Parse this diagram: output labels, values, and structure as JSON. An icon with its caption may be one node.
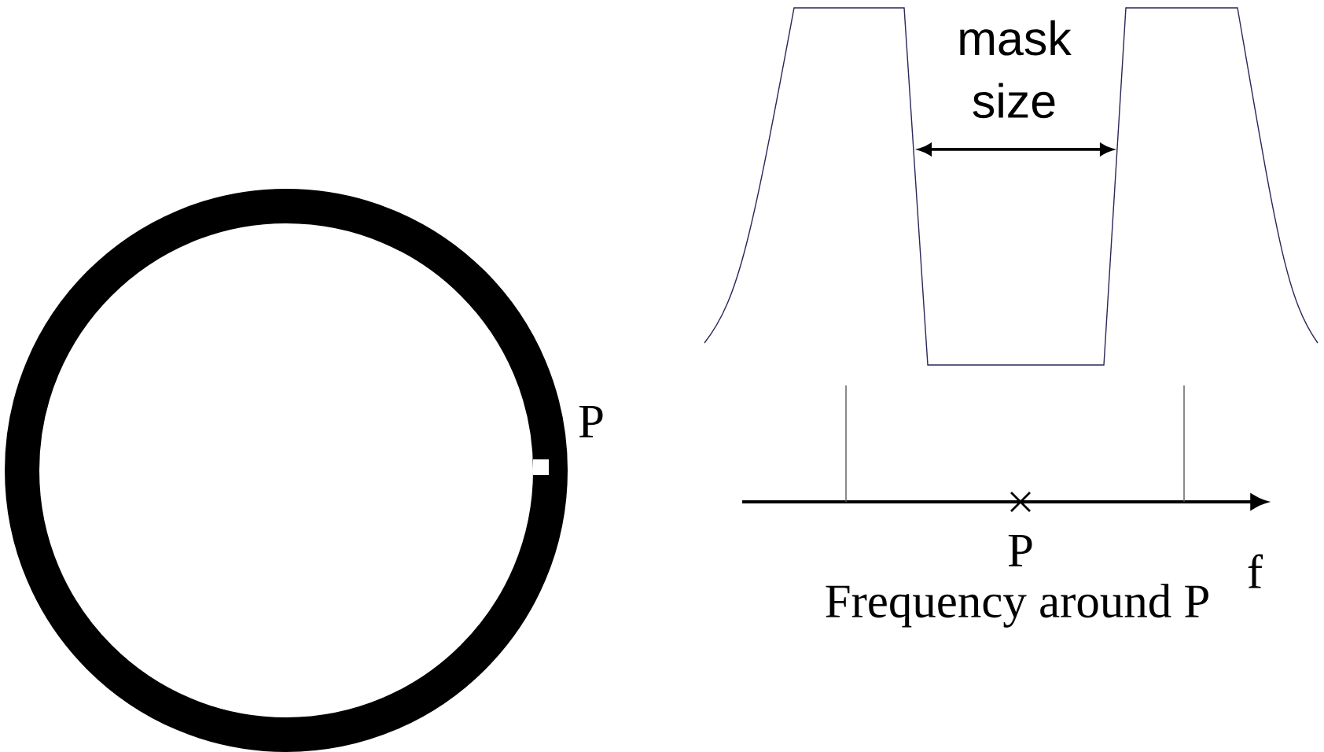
{
  "diagram": {
    "labels": [
      "P",
      "mask size",
      "P",
      "f",
      "Frequency around P"
    ]
  }
}
